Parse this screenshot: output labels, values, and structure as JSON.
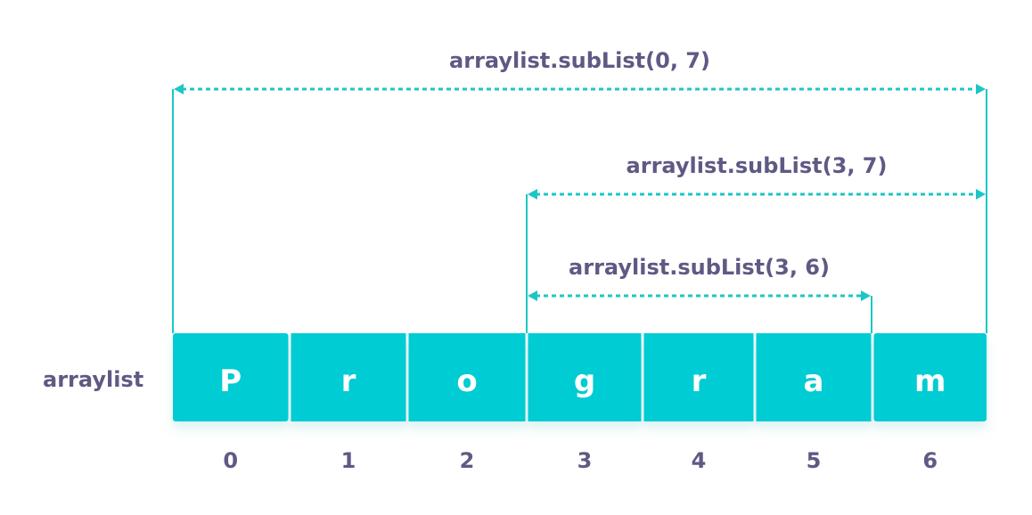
{
  "array_label": "arraylist",
  "cells": [
    "P",
    "r",
    "o",
    "g",
    "r",
    "a",
    "m"
  ],
  "indices": [
    "0",
    "1",
    "2",
    "3",
    "4",
    "5",
    "6"
  ],
  "ranges": [
    {
      "label": "arraylist.subList(0, 7)",
      "from": 0,
      "to": 7
    },
    {
      "label": "arraylist.subList(3, 7)",
      "from": 3,
      "to": 7
    },
    {
      "label": "arraylist.subList(3, 6)",
      "from": 3,
      "to": 6
    }
  ],
  "colors": {
    "cell": "#00ccd3",
    "text": "#5e5a84",
    "line": "#1cc6c6"
  }
}
